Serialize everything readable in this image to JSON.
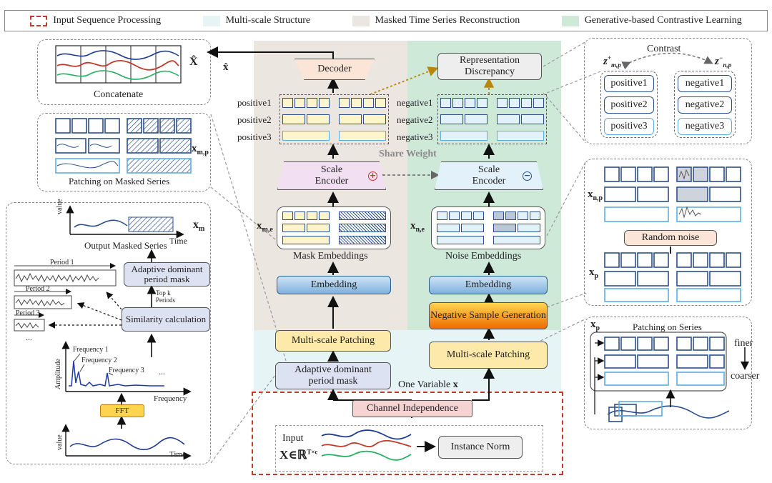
{
  "legend": [
    {
      "label": "Input Sequence Processing",
      "color": "#c0392b",
      "style": "dashed"
    },
    {
      "label": "Multi-scale Structure",
      "color": "#e6f4f5",
      "style": "fill"
    },
    {
      "label": "Masked Time Series Reconstruction",
      "color": "#ece6e1",
      "style": "fill"
    },
    {
      "label": "Generative-based Contrastive Learning",
      "color": "#cfe9d9",
      "style": "fill"
    }
  ],
  "center": {
    "decoder": "Decoder",
    "x_hat": "x̂",
    "rep_disc": "Representation Discrepancy",
    "positives": [
      "positive1",
      "positive2",
      "positive3"
    ],
    "negatives": [
      "negative1",
      "negative2",
      "negative3"
    ],
    "share_weight": "Share Weight",
    "scale_encoder": "Scale Encoder",
    "x_me": "x",
    "x_me_sub": "m,e",
    "x_ne": "x",
    "x_ne_sub": "n,e",
    "mask_embeddings": "Mask Embeddings",
    "noise_embeddings": "Noise Embeddings",
    "embedding": "Embedding",
    "neg_sample_gen": "Negative Sample Generation",
    "multi_scale_patching": "Multi-scale Patching",
    "adaptive_mask": "Adaptive dominant period mask",
    "one_variable": "One Variable",
    "one_variable_x": "x",
    "channel_independence": "Channel Independence",
    "input": "Input",
    "input_sym": "X∈ℝ",
    "input_sup": "T×c",
    "instance_norm": "Instance Norm"
  },
  "left": {
    "concatenate": "Concatenate",
    "X_hat": "X̂",
    "patching_masked": "Patching on Masked Series",
    "x_mp": "x",
    "x_mp_sub": "m,p",
    "value": "value",
    "time": "Time",
    "x_m": "x",
    "x_m_sub": "m",
    "output_masked": "Output Masked Series",
    "periods": [
      "Period 1",
      "Period 2",
      "Period 3"
    ],
    "ellipsis": "...",
    "adaptive_mask": "Adaptive dominant period mask",
    "topk": "Top k Periods",
    "similarity": "Similarity calculation",
    "frequencies": [
      "Frequency 1",
      "Frequency 2",
      "Frequency 3"
    ],
    "amplitude": "Amplitude",
    "frequency": "Frequency",
    "fft": "FFT"
  },
  "right": {
    "contrast": "Contrast",
    "z_pos": "z",
    "z_pos_sup": "+",
    "z_pos_sub": "m,p",
    "z_neg": "z",
    "z_neg_sup": "−",
    "z_neg_sub": "n,p",
    "positives": [
      "positive1",
      "positive2",
      "positive3"
    ],
    "negatives": [
      "negative1",
      "negative2",
      "negative3"
    ],
    "x_np": "x",
    "x_np_sub": "n,p",
    "random_noise": "Random noise",
    "x_p": "x",
    "x_p_sub": "p",
    "patching_series": "Patching on Series",
    "finer": "finer",
    "coarser": "coarser"
  },
  "colors": {
    "teal": "#e6f4f5",
    "beige": "#ece6e1",
    "green": "#cfe9d9",
    "red": "#c0392b",
    "navy": "#2b4f8c"
  }
}
